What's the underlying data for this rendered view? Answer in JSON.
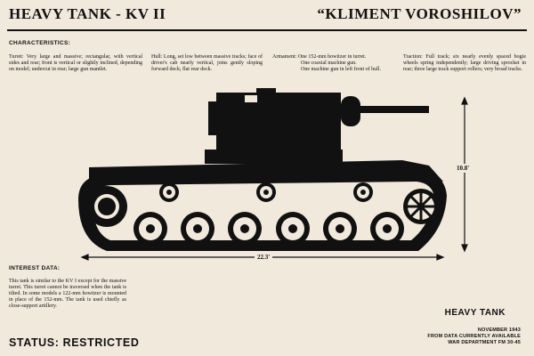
{
  "header": {
    "title_left": "HEAVY TANK - KV II",
    "title_right": "“KLIMENT VOROSHILOV”"
  },
  "characteristics": {
    "heading": "CHARACTERISTICS:",
    "turret_label": "Turret:",
    "turret": "Very large and massive; rectangular, with vertical sides and rear; front is vertical or slightly inclined, depending on model; undercut in rear; large gun mantlet.",
    "hull_label": "Hull:",
    "hull": "Long, set low between massive tracks; face of driver's cab nearly vertical, joins gently sloping forward deck; flat rear deck.",
    "armament_label": "Armament:",
    "armament_lines": [
      "One 152-mm howitzer in turret.",
      "One coaxial machine gun.",
      "One machine gun in left front of hull."
    ],
    "traction_label": "Traction:",
    "traction": "Full track; six nearly evenly spaced bogie wheels spring independently; large driving sprocket in rear; three large track support rollers; very broad tracks."
  },
  "interest": {
    "heading": "INTEREST DATA:",
    "text": "This tank is similar to the KV I except for the massive turret. This turret cannot be traversed when the tank is tilted. In some models a 122-mm howitzer is mounted in place of the 152-mm. The tank is used chiefly as close-support artillery."
  },
  "dimensions": {
    "length": "22.3'",
    "height": "10.8'"
  },
  "footer": {
    "status": "STATUS: RESTRICTED",
    "type_label": "HEAVY TANK",
    "lines": [
      "NOVEMBER 1943",
      "FROM DATA CURRENTLY AVAILABLE",
      "WAR DEPARTMENT FM 30-45"
    ]
  },
  "colors": {
    "paper": "#f1e9dc",
    "ink": "#111111"
  }
}
